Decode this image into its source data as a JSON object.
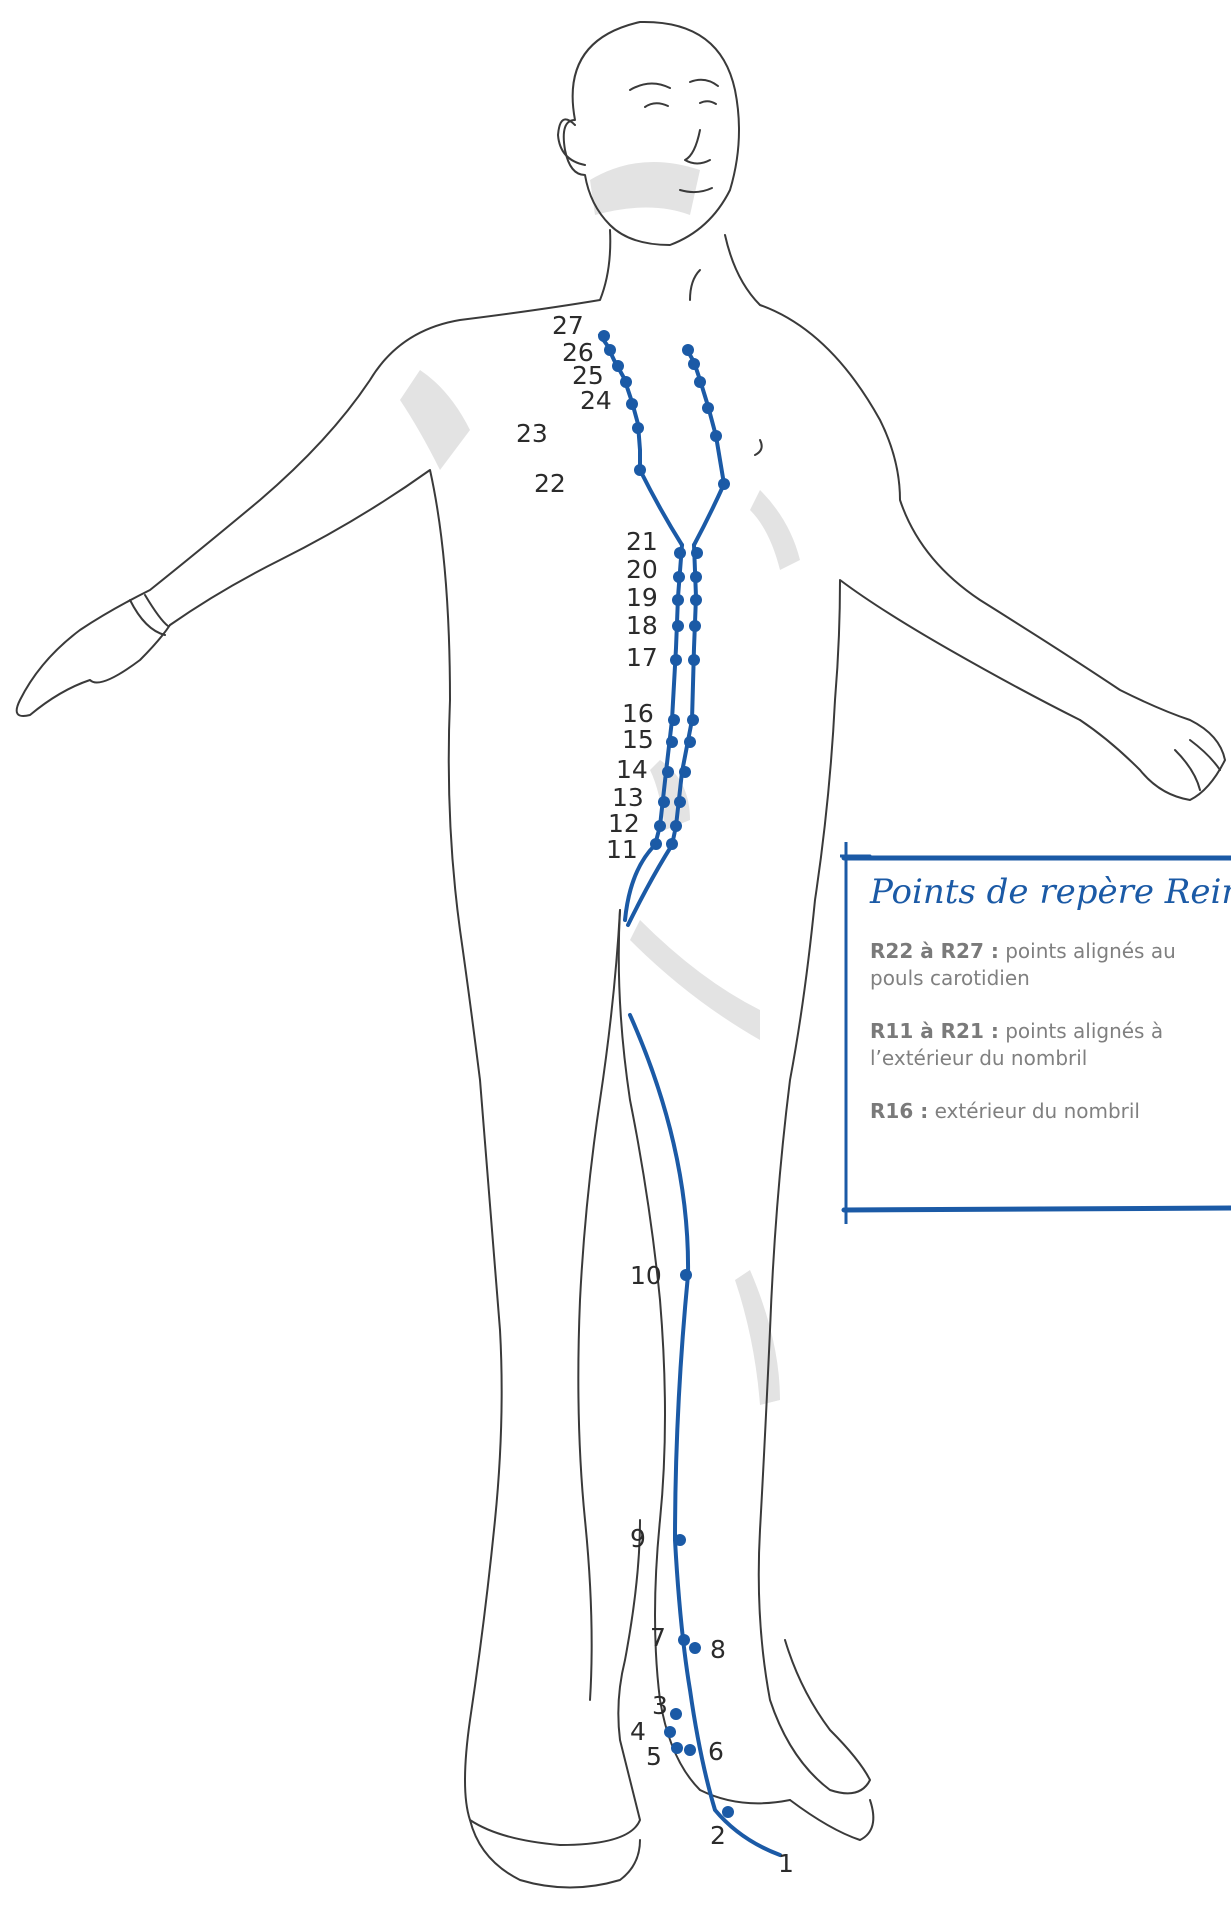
{
  "legend": {
    "title": "Points de repère Rein",
    "items": [
      {
        "key": "R22 à R27 :",
        "text": "points alignés au pouls carotidien"
      },
      {
        "key": "R11 à R21 :",
        "text": "points alignés à l’extérieur du nombril"
      },
      {
        "key": "R16 :",
        "text": "extérieur du nombril"
      }
    ]
  },
  "point_labels": [
    "1",
    "2",
    "3",
    "4",
    "5",
    "6",
    "7",
    "8",
    "9",
    "10",
    "11",
    "12",
    "13",
    "14",
    "15",
    "16",
    "17",
    "18",
    "19",
    "20",
    "21",
    "22",
    "23",
    "24",
    "25",
    "26",
    "27"
  ],
  "colors": {
    "meridian": "#1b5aa6",
    "outline": "#3a3a3a",
    "shadow": "#dcdcdc",
    "legend_text": "#808080"
  }
}
